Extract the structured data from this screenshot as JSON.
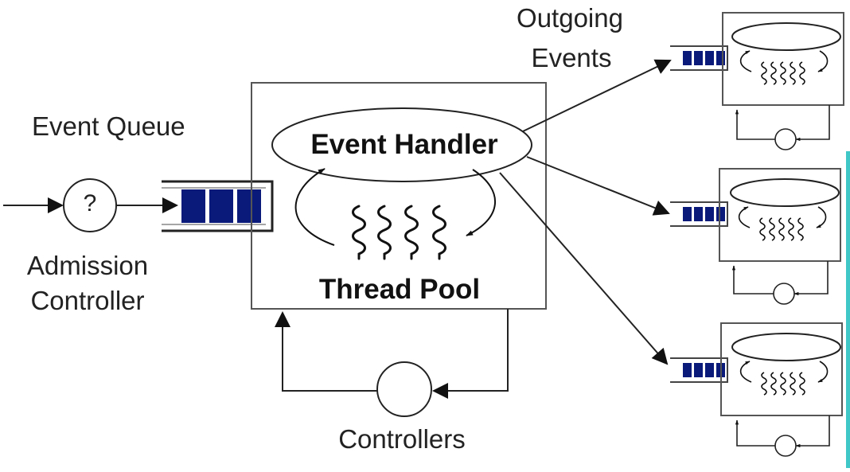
{
  "labels": {
    "event_queue": "Event Queue",
    "admission_controller_line1": "Admission",
    "admission_controller_line2": "Controller",
    "admission_symbol": "?",
    "event_handler": "Event Handler",
    "thread_pool": "Thread Pool",
    "controllers": "Controllers",
    "outgoing_line1": "Outgoing",
    "outgoing_line2": "Events"
  },
  "colors": {
    "queue_fill": "#0a1a7a",
    "line": "#222222",
    "box_border": "#555555",
    "right_edge_accent": "#3fc7c7"
  },
  "downstream_stages": 3
}
